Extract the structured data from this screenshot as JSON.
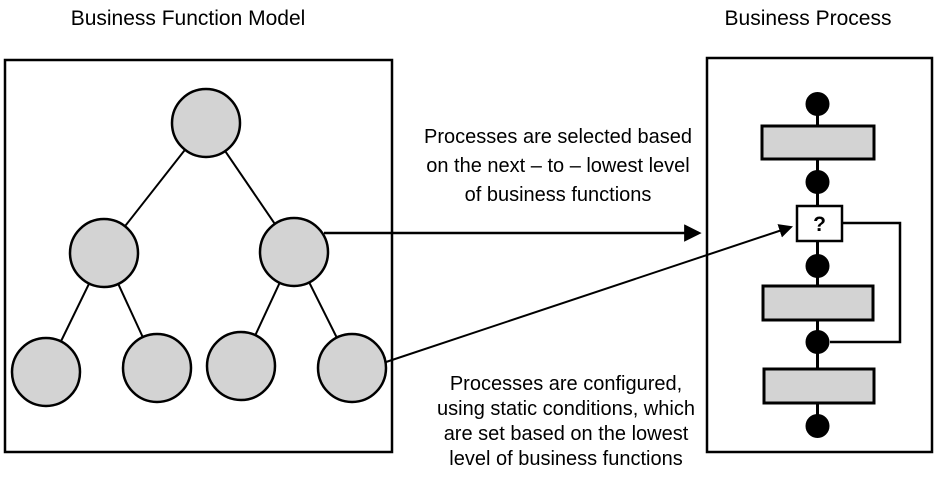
{
  "function_model": {
    "title": "Business Function Model",
    "structure": "tree",
    "node_counts_by_level": [
      1,
      2,
      4
    ]
  },
  "business_process": {
    "title": "Business Process",
    "decision_label": "?",
    "sequence": [
      "event-dot",
      "task-bar",
      "event-dot",
      "decision-box",
      "event-dot",
      "task-bar",
      "event-dot",
      "task-bar",
      "event-dot"
    ]
  },
  "annotations": {
    "selected": {
      "lines": [
        "Processes are selected based",
        "on the next – to – lowest level",
        "of business functions"
      ]
    },
    "configured": {
      "lines": [
        "Processes are configured,",
        "using static conditions, which",
        "are set based on the lowest",
        "level of business functions"
      ]
    }
  },
  "colors": {
    "background": "#ffffff",
    "shape_fill": "#d3d3d3",
    "stroke": "#000000",
    "dot_fill": "#000000",
    "decision_fill": "#ffffff"
  }
}
